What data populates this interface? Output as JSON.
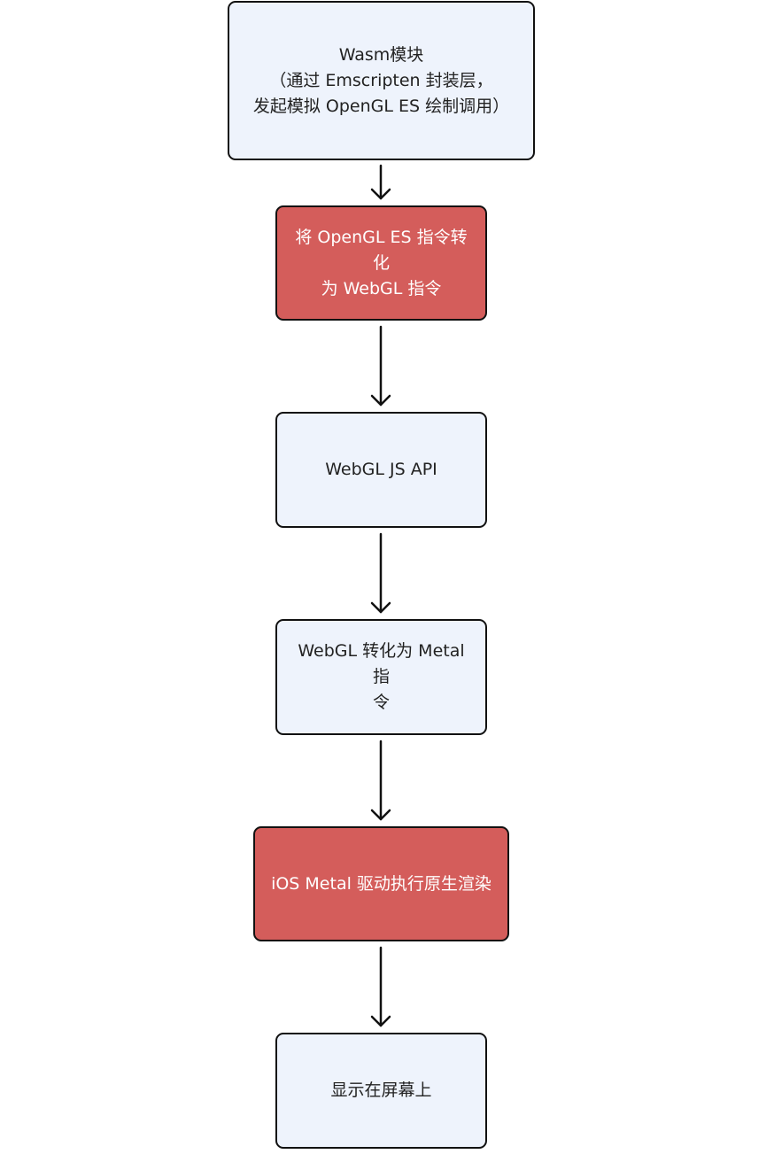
{
  "diagram": {
    "nodes": [
      {
        "id": "wasm",
        "text": "Wasm模块\n（通过 Emscripten 封装层，\n发起模拟 OpenGL ES 绘制调用）",
        "style": "light"
      },
      {
        "id": "convert_gles",
        "text": "将 OpenGL ES 指令转化\n为 WebGL 指令",
        "style": "red"
      },
      {
        "id": "webgl_api",
        "text": "WebGL JS  API",
        "style": "light"
      },
      {
        "id": "webgl_to_metal",
        "text": "WebGL 转化为  Metal 指\n令",
        "style": "light"
      },
      {
        "id": "ios_metal",
        "text": "iOS Metal 驱动执行原生渲染",
        "style": "red"
      },
      {
        "id": "display",
        "text": "显示在屏幕上",
        "style": "light"
      }
    ],
    "edges": [
      {
        "from": "wasm",
        "to": "convert_gles"
      },
      {
        "from": "convert_gles",
        "to": "webgl_api"
      },
      {
        "from": "webgl_api",
        "to": "webgl_to_metal"
      },
      {
        "from": "webgl_to_metal",
        "to": "ios_metal"
      },
      {
        "from": "ios_metal",
        "to": "display"
      }
    ],
    "colors": {
      "light_fill": "#eef3fc",
      "red_fill": "#d45d5b",
      "stroke": "#111111"
    }
  }
}
